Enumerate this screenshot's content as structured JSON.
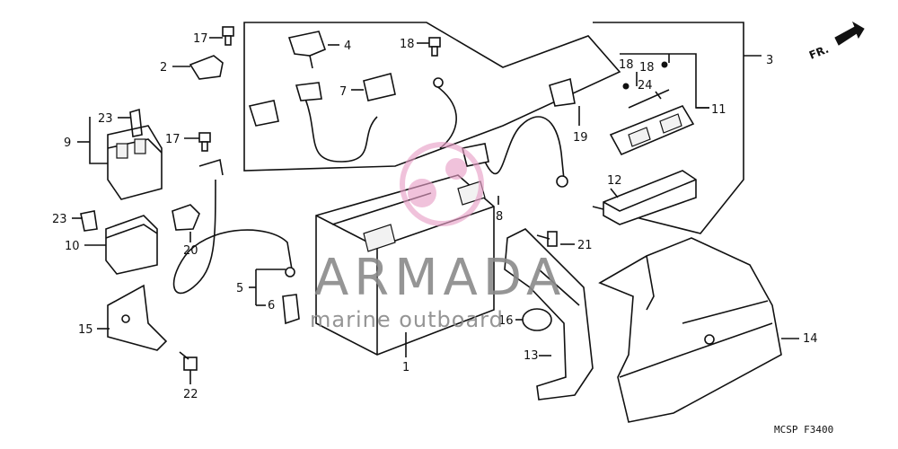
{
  "callouts": {
    "c1": "1",
    "c2": "2",
    "c3": "3",
    "c4": "4",
    "c5": "5",
    "c6": "6",
    "c7": "7",
    "c8": "8",
    "c9": "9",
    "c10": "10",
    "c11": "11",
    "c12": "12",
    "c13": "13",
    "c14": "14",
    "c15": "15",
    "c16": "16",
    "c17a": "17",
    "c17b": "17",
    "c18a": "18",
    "c18b": "18",
    "c18c": "18",
    "c19": "19",
    "c20": "20",
    "c21": "21",
    "c22": "22",
    "c23a": "23",
    "c23b": "23",
    "c24": "24"
  },
  "direction_label": "FR.",
  "watermark": {
    "brand": "ARMADA",
    "tagline": "marine outboard"
  },
  "diagram_code": "MCSP  F3400",
  "colors": {
    "line": "#111111",
    "watermark_text": "#8a8a8a",
    "watermark_logo": "#e8a0c8"
  }
}
